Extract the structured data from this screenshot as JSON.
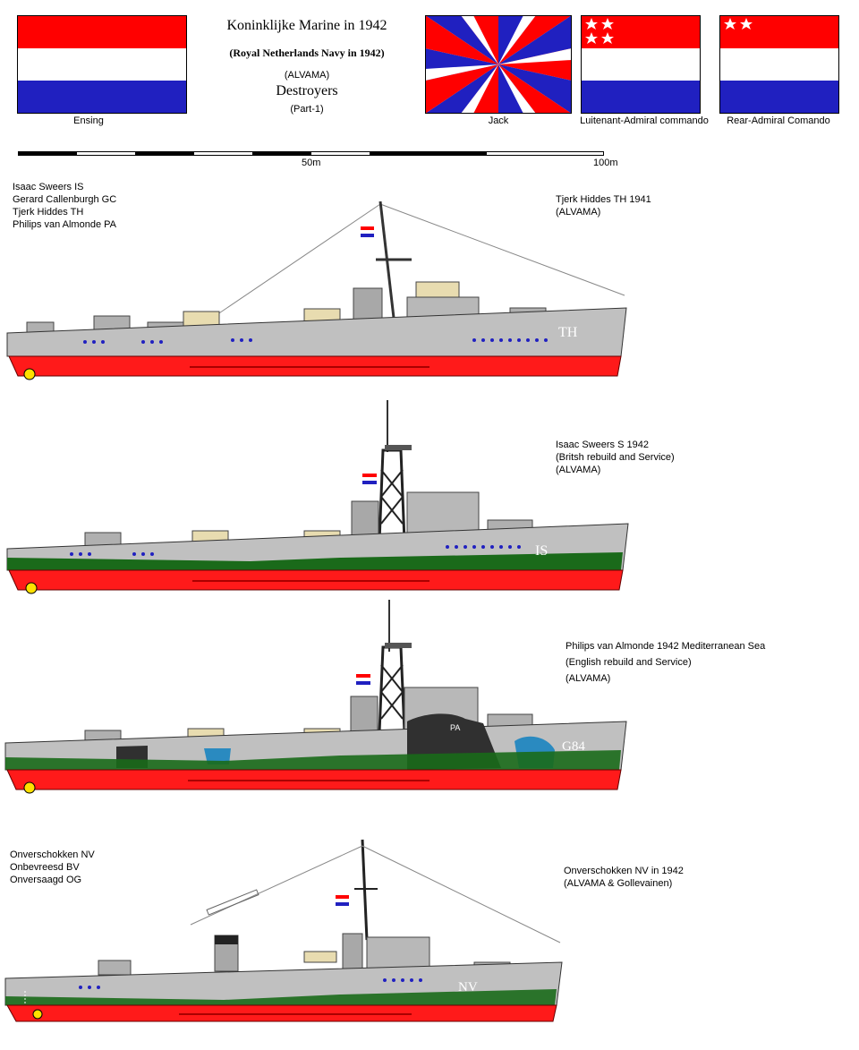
{
  "header": {
    "title": "Koninklijke Marine in 1942",
    "subtitle": "(Royal Netherlands Navy in 1942)",
    "author": "(ALVAMA)",
    "section": "Destroyers",
    "part": "(Part-1)"
  },
  "flags": [
    {
      "caption": "Ensing",
      "colors": [
        "#ff0000",
        "#ffffff",
        "#2020c0"
      ]
    },
    {
      "caption": "Jack"
    },
    {
      "caption": "Luitenant-Admiral commando"
    },
    {
      "caption": "Rear-Admiral Comando"
    }
  ],
  "scale": {
    "mid_label": "50m",
    "end_label": "100m"
  },
  "ships": [
    {
      "class_list": [
        "Isaac Sweers IS",
        "Gerard Callenburgh GC",
        "Tjerk Hiddes TH",
        "Philips van Almonde PA"
      ],
      "caption": [
        "Tjerk Hiddes TH 1941",
        "(ALVAMA)"
      ],
      "hull_code": "TH"
    },
    {
      "class_list": [],
      "caption": [
        "Isaac Sweers S 1942",
        "(Britsh rebuild and Service)",
        "(ALVAMA)"
      ],
      "hull_code": "IS"
    },
    {
      "class_list": [],
      "caption": [
        "Philips van Almonde 1942 Mediterranean Sea",
        "(English rebuild and Service)",
        "(ALVAMA)"
      ],
      "hull_code": "G84",
      "funnel_code": "PA"
    },
    {
      "class_list": [
        "Onverschokken NV",
        "Onbevreesd BV",
        "Onversaagd OG"
      ],
      "caption": [
        "Onverschokken NV in 1942",
        "(ALVAMA & Gollevainen)"
      ],
      "hull_code": "NV"
    }
  ],
  "colors": {
    "red": "#ff0000",
    "blue": "#2020c0",
    "white": "#ffffff",
    "hull_grey": "#c0c0c0",
    "antifouling": "#ff1a1a",
    "boot_green": "#1a6a1a"
  }
}
